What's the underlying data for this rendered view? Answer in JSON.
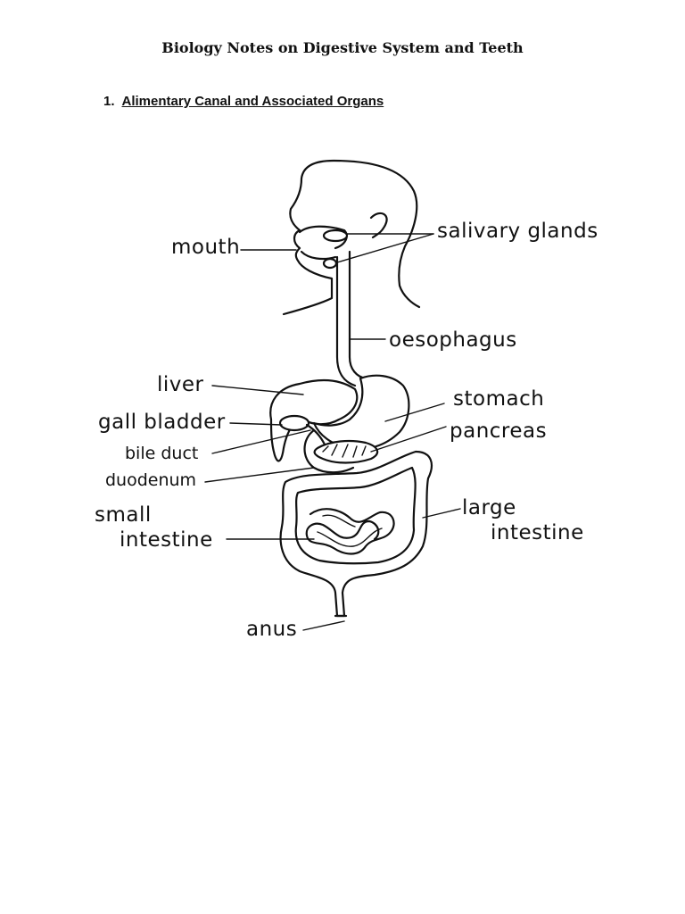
{
  "document": {
    "title": "Biology Notes on Digestive System and Teeth",
    "section": {
      "number": "1.",
      "heading": "Alimentary Canal and Associated Organs"
    }
  },
  "diagram": {
    "labels": {
      "mouth": "mouth",
      "salivary_glands": "salivary glands",
      "oesophagus": "oesophagus",
      "liver": "liver",
      "stomach": "stomach",
      "gall_bladder": "gall bladder",
      "pancreas": "pancreas",
      "bile_duct": "bile duct",
      "duodenum": "duodenum",
      "small_intestine_line1": "small",
      "small_intestine_line2": "intestine",
      "large_intestine_line1": "large",
      "large_intestine_line2": "intestine",
      "anus": "anus"
    }
  }
}
